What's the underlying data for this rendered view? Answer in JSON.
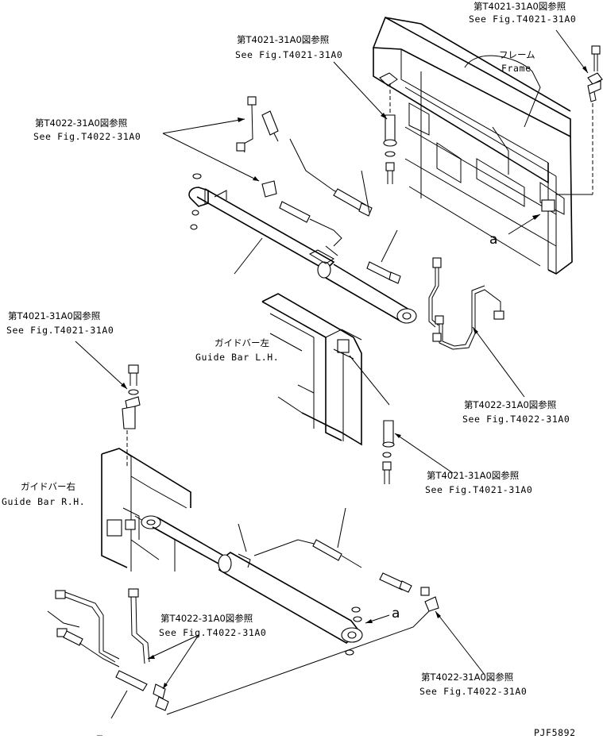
{
  "callouts": {
    "top_right_jp": "第T4021-31A0図参照",
    "top_right_en": "See Fig.T4021-31A0",
    "frame_jp": "フレーム",
    "frame_en": "Frame",
    "top_center_jp": "第T4021-31A0図参照",
    "top_center_en": "See Fig.T4021-31A0",
    "top_left_jp": "第T4022-31A0図参照",
    "top_left_en": "See Fig.T4022-31A0",
    "mid_left_jp": "第T4021-31A0図参照",
    "mid_left_en": "See Fig.T4021-31A0",
    "guide_lh_jp": "ガイドバー左",
    "guide_lh_en": "Guide Bar L.H.",
    "mid_right_jp": "第T4022-31A0図参照",
    "mid_right_en": "See Fig.T4022-31A0",
    "lower_right_jp": "第T4021-31A0図参照",
    "lower_right_en": "See Fig.T4021-31A0",
    "guide_rh_jp": "ガイドバー右",
    "guide_rh_en": "Guide Bar R.H.",
    "bottom_center_jp": "第T4022-31A0図参照",
    "bottom_center_en": "See Fig.T4022-31A0",
    "bottom_right_jp": "第T4022-31A0図参照",
    "bottom_right_en": "See Fig.T4022-31A0"
  },
  "markers": {
    "a_upper": "a",
    "a_lower": "a",
    "dash_mark": "_"
  },
  "drawing_id": "PJF5892"
}
